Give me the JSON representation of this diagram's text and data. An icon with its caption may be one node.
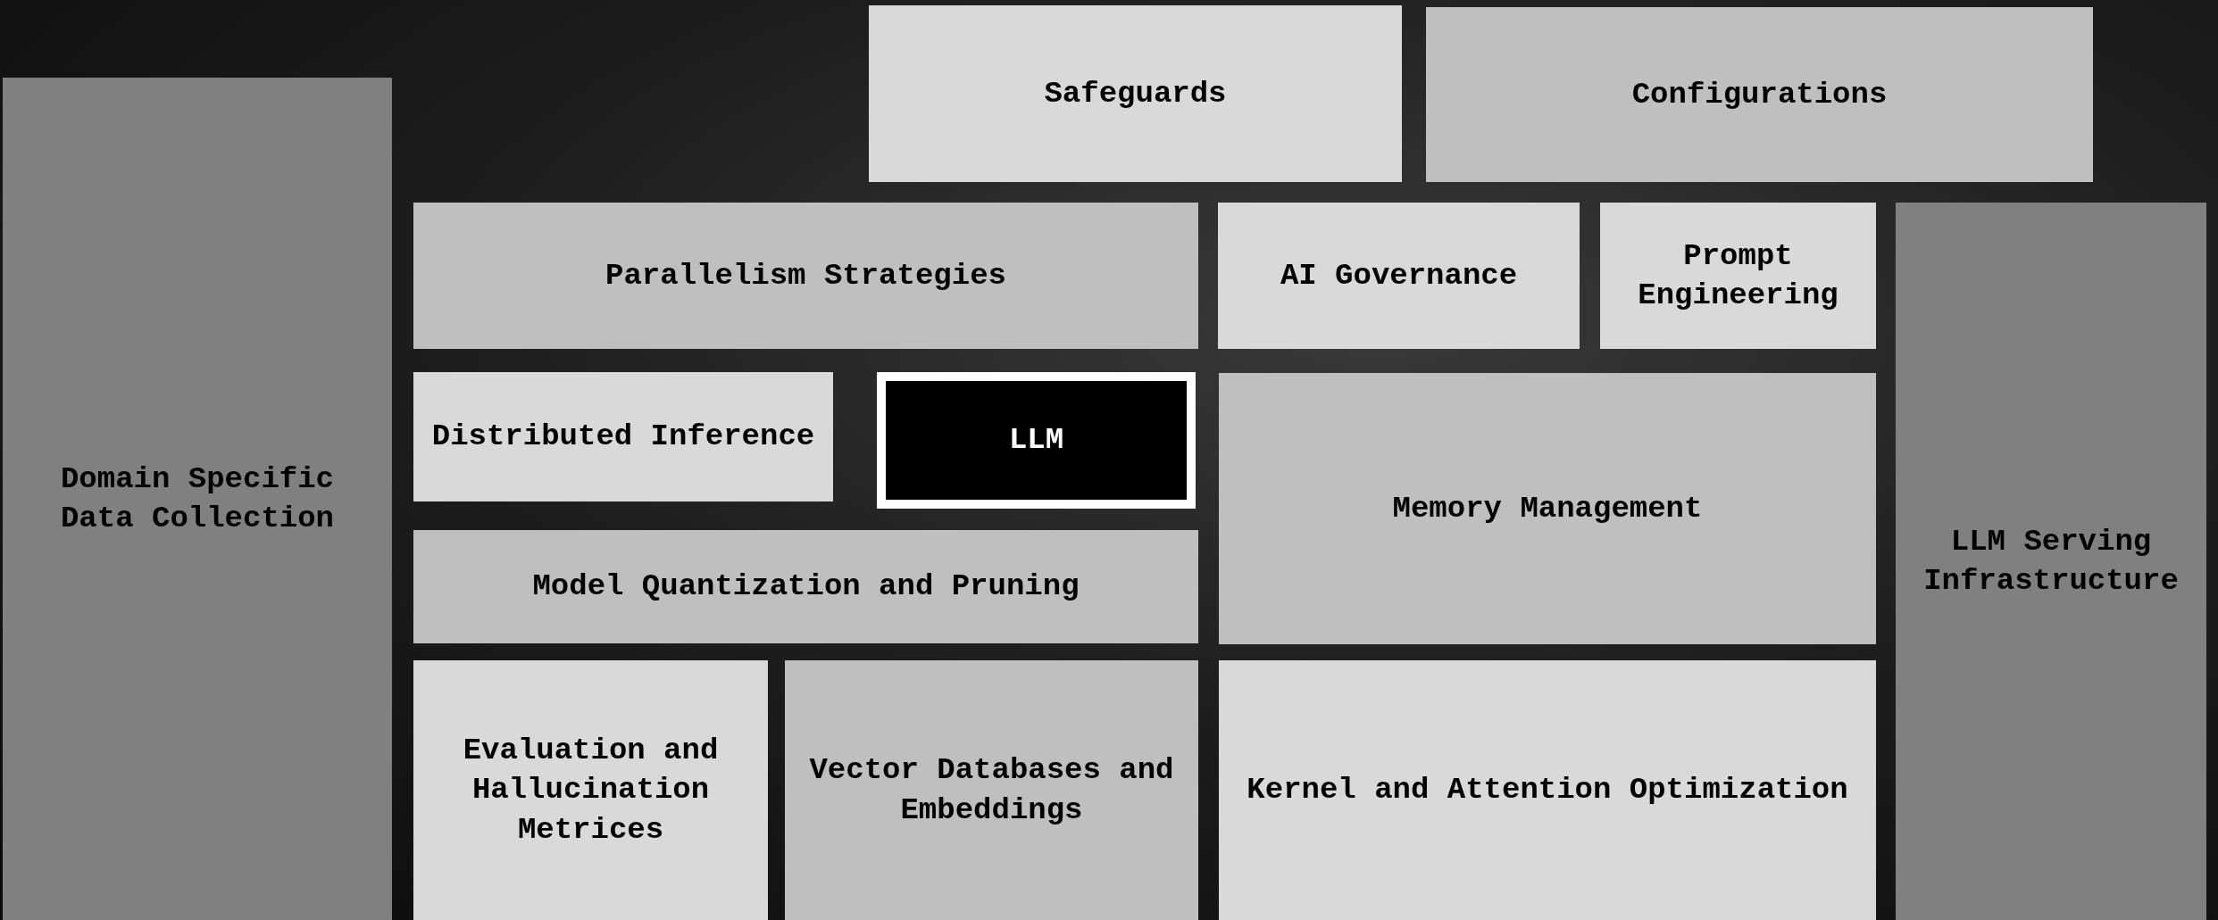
{
  "diagram": {
    "nodes": [
      {
        "text": [
          "Safeguards"
        ]
      },
      {
        "text": [
          "Configurations"
        ]
      },
      {
        "text": [
          "Domain Specific Data Collection"
        ]
      },
      {
        "text": [
          "Parallelism Strategies"
        ]
      },
      {
        "text": [
          "AI Governance"
        ]
      },
      {
        "text": [
          "Prompt Engineering"
        ]
      },
      {
        "text": [
          "LLM Serving Infrastructure"
        ]
      },
      {
        "text": [
          "Distributed Inference"
        ]
      },
      {
        "text": [
          "LLM"
        ]
      },
      {
        "text": [
          "Memory Management"
        ]
      },
      {
        "text": [
          "Model Quantization and Pruning"
        ]
      },
      {
        "text": [
          "Evaluation and Hallucination Metrices"
        ]
      },
      {
        "text": [
          "Vector Databases and Embeddings"
        ]
      },
      {
        "text": [
          "Kernel and Attention Optimization"
        ]
      }
    ]
  }
}
